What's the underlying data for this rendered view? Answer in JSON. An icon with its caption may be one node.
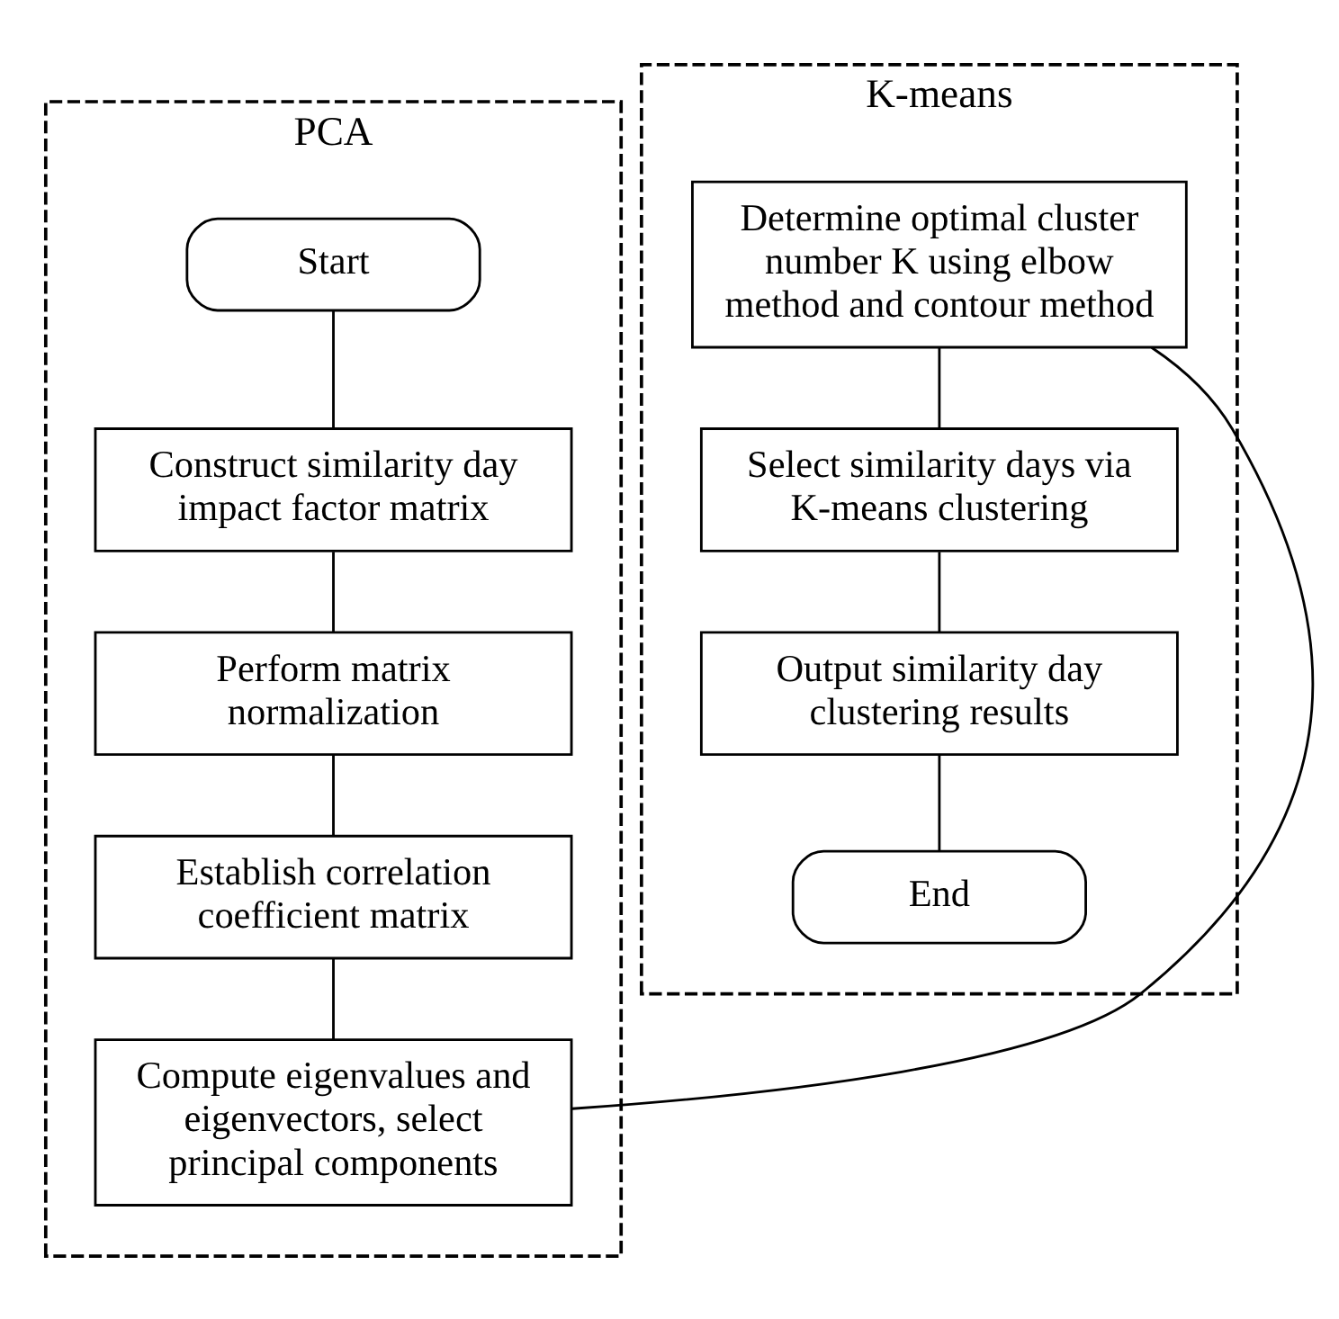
{
  "diagram": {
    "nodes": [
      {
        "text": [
          "PCA"
        ]
      },
      {
        "text": [
          "K-means"
        ]
      },
      {
        "text": [
          "Start"
        ],
        "in": 0
      },
      {
        "text": [
          "Construct similarity day impact factor matrix"
        ],
        "in": 0
      },
      {
        "text": [
          "Perform matrix normalization"
        ],
        "in": 0
      },
      {
        "text": [
          "Establish correlation coefficient matrix"
        ],
        "in": 0
      },
      {
        "text": [
          "Compute eigenvalues and eigenvectors, select principal components"
        ],
        "in": 0
      },
      {
        "text": [
          "Determine optimal cluster number K using elbow method and contour method"
        ],
        "in": 1
      },
      {
        "text": [
          "Select similarity days via K-means clustering"
        ],
        "in": 1
      },
      {
        "text": [
          "Output similarity day clustering results"
        ],
        "in": 1
      },
      {
        "text": [
          "End"
        ],
        "in": 1
      }
    ],
    "edges": [
      {
        "from": 2,
        "to": 3,
        "arrow": "none"
      },
      {
        "from": 3,
        "to": 4,
        "arrow": "none"
      },
      {
        "from": 4,
        "to": 5,
        "arrow": "none"
      },
      {
        "from": 5,
        "to": 6,
        "arrow": "none"
      },
      {
        "from": 6,
        "to": 7,
        "arrow": "none"
      },
      {
        "from": 7,
        "to": 8,
        "arrow": "none"
      },
      {
        "from": 8,
        "to": 9,
        "arrow": "none"
      },
      {
        "from": 9,
        "to": 10,
        "arrow": "none"
      }
    ]
  }
}
